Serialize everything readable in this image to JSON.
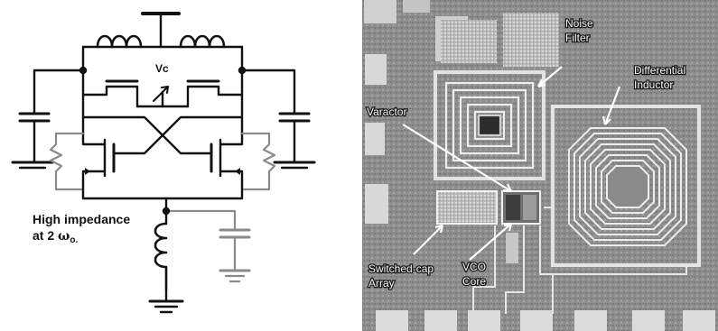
{
  "schematic": {
    "vc_label": "Vc",
    "impedance_line1": "High impedance",
    "impedance_line2": "at 2 ",
    "omega": "ω",
    "omega_sub": "o."
  },
  "die_photo": {
    "noise_filter_line1": "Noise",
    "noise_filter_line2": "Filter",
    "differential_inductor_line1": "Differential",
    "differential_inductor_line2": "Inductor",
    "varactor": "Varactor",
    "switched_cap_line1": "Switched-cap",
    "switched_cap_line2": "Array",
    "vco_core_line1": "VCO",
    "vco_core_line2": "Core"
  },
  "colors": {
    "wire": "#111111",
    "grey_wire": "#8a8a8a",
    "die_background": "#8f8f8f",
    "metal": "#e6e6e6"
  }
}
